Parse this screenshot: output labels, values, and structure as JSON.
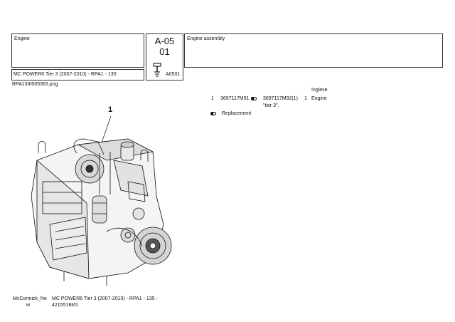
{
  "header": {
    "group_label": "Engine",
    "page_code_line1": "A-05",
    "page_code_line2": "01",
    "page_ref": "A0501",
    "title": "Engine assembly",
    "model": "MC POWER6 Tier 3 (2007-2010) - RPA1 - 135",
    "image_file": "RPA1\\00005363.png"
  },
  "parts": {
    "language_header": "Inglese",
    "rows": [
      {
        "pos": "1",
        "part_no": "3697117M91",
        "replacement_no": "3697117M92(1)",
        "qty": "1",
        "description": "Engine",
        "note": "\"tier 3\"."
      }
    ],
    "legend_label": "Replacement"
  },
  "figure": {
    "callout": "1"
  },
  "footer": {
    "brand_line1": "McCormick_Ne",
    "brand_line2": "w",
    "model_line1": "MC POWER6 Tier 3 (2007-2010) - RPA1 - 135 -",
    "model_line2": "4215518M1"
  }
}
